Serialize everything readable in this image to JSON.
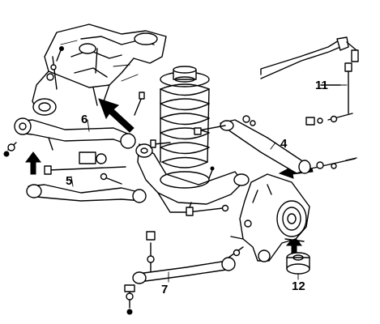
{
  "diagram": {
    "callouts": [
      {
        "id": "4",
        "text": "4"
      },
      {
        "id": "5",
        "text": "5"
      },
      {
        "id": "6",
        "text": "6"
      },
      {
        "id": "7",
        "text": "7"
      },
      {
        "id": "11",
        "text": "11"
      },
      {
        "id": "12",
        "text": "12"
      }
    ],
    "colors": {
      "ink": "#000000",
      "paper": "#ffffff"
    }
  }
}
